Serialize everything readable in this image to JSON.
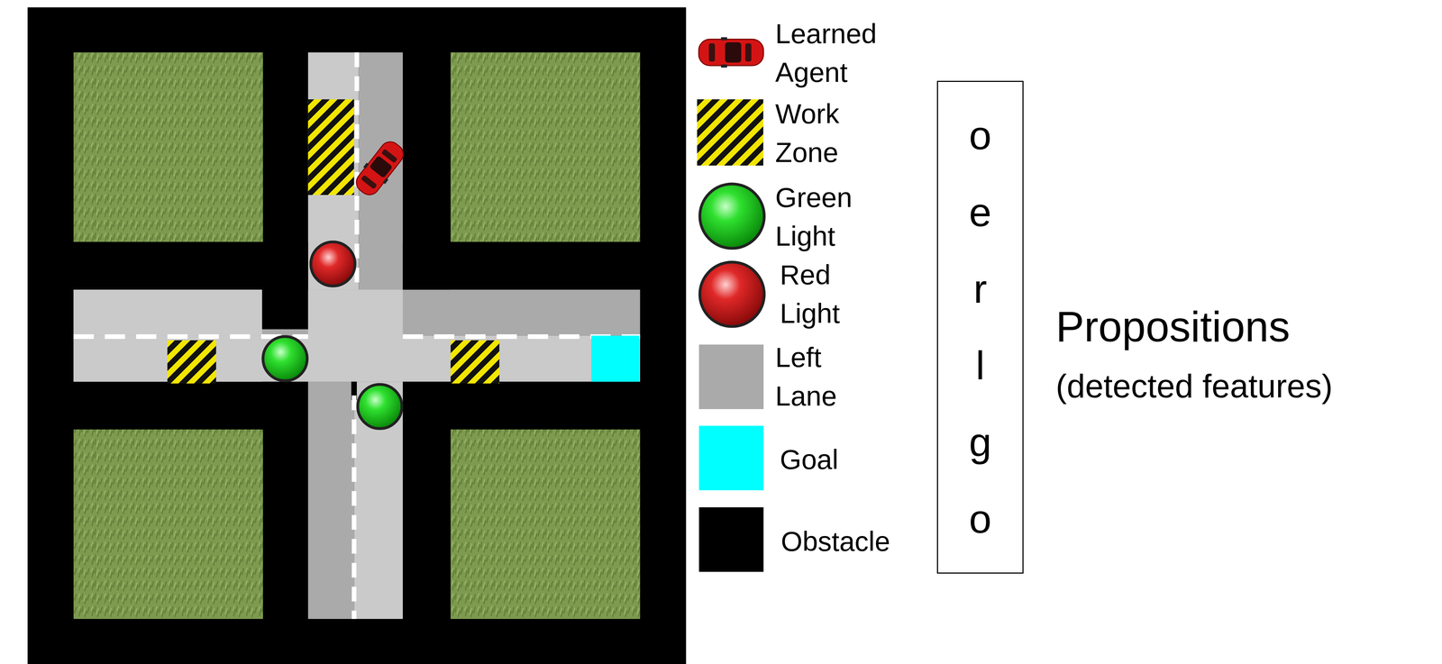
{
  "diagram": {
    "nodes": [
      {
        "text": [
          "o",
          "e",
          "r",
          "l",
          "g",
          "o"
        ]
      }
    ],
    "labels": [
      "Propositions",
      "(detected features)"
    ],
    "legend": [
      {
        "text": "Learned Agent"
      },
      {
        "text": "Work Zone"
      },
      {
        "text": "Green Light"
      },
      {
        "text": "Red Light"
      },
      {
        "text": "Left Lane",
        "color": "#aaaaaa"
      },
      {
        "text": "Goal",
        "color": "#00ffff"
      },
      {
        "text": "Obstacle",
        "color": "#000000"
      }
    ]
  }
}
